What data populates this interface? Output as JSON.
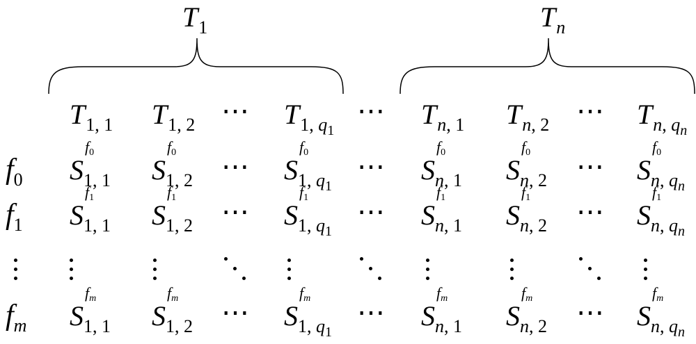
{
  "groups": [
    {
      "label_main": "T",
      "label_sub": "1"
    },
    {
      "label_main": "T",
      "label_sub": "n"
    }
  ],
  "col_headers": [
    {
      "main": "T",
      "a": "1",
      "b": "1"
    },
    {
      "main": "T",
      "a": "1",
      "b": "2"
    },
    {
      "main": "T",
      "a": "1",
      "b": "q",
      "b2": "1"
    },
    {
      "main": "T",
      "a": "n",
      "b": "1"
    },
    {
      "main": "T",
      "a": "n",
      "b": "2"
    },
    {
      "main": "T",
      "a": "n",
      "b": "q",
      "b2": "n"
    }
  ],
  "rows": [
    {
      "f": "f",
      "fi": "0",
      "sup": "f",
      "supi": "0"
    },
    {
      "f": "f",
      "fi": "1",
      "sup": "f",
      "supi": "1"
    },
    {
      "f": "f",
      "fi": "m",
      "sup": "f",
      "supi": "m"
    }
  ],
  "cell_main": "S",
  "ellipsis": "⋯",
  "sep": ", "
}
